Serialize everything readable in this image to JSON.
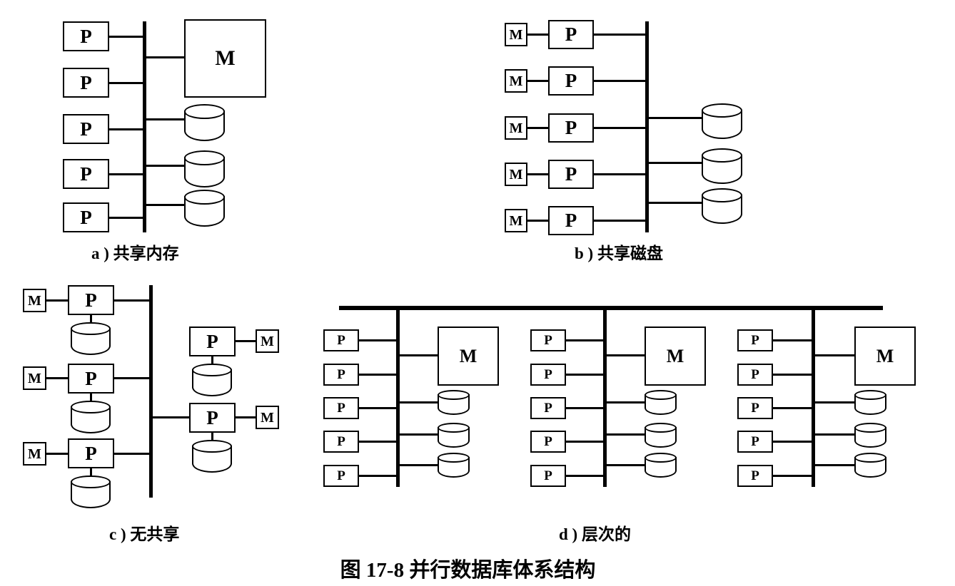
{
  "figure": {
    "caption": "图 17-8  并行数据库体系结构",
    "labels": {
      "processor": "P",
      "memory": "M"
    },
    "panels": [
      {
        "key": "a",
        "caption": "a ) 共享内存",
        "processors": 5,
        "memories": 1,
        "disks": 3
      },
      {
        "key": "b",
        "caption": "b ) 共享磁盘",
        "processors": 5,
        "memories": 5,
        "disks": 3
      },
      {
        "key": "c",
        "caption": "c ) 无共享",
        "nodes": 5,
        "processors": 5,
        "memories": 5,
        "disks": 5
      },
      {
        "key": "d",
        "caption": "d ) 层次的",
        "clusters": 3,
        "processors_per_cluster": 5,
        "memories_per_cluster": 1,
        "disks_per_cluster": 3
      }
    ]
  }
}
